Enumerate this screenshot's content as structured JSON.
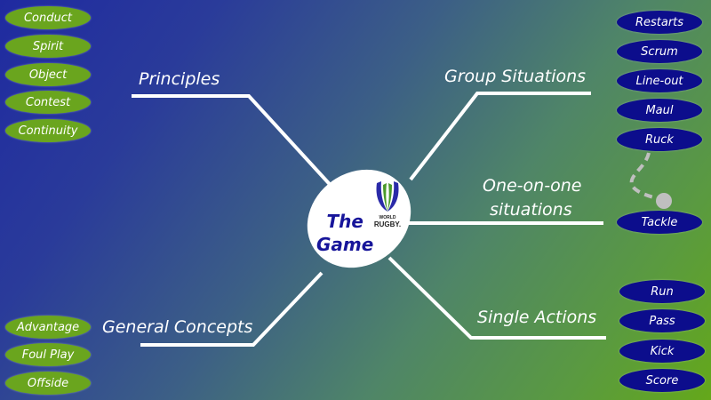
{
  "center": {
    "line1": "The",
    "line2": "Game",
    "logo_word1": "WORLD",
    "logo_word2": "RUGBY."
  },
  "branches": {
    "principles": "Principles",
    "group": "Group Situations",
    "oneonone_line1": "One-on-one",
    "oneonone_line2": "situations",
    "general": "General Concepts",
    "single": "Single Actions"
  },
  "principles_items": [
    "Conduct",
    "Spirit",
    "Object",
    "Contest",
    "Continuity"
  ],
  "group_items": [
    "Restarts",
    "Scrum",
    "Line-out",
    "Maul",
    "Ruck"
  ],
  "oneonone_items": [
    "Tackle"
  ],
  "general_items": [
    "Advantage",
    "Foul Play",
    "Offside"
  ],
  "single_items": [
    "Run",
    "Pass",
    "Kick",
    "Score"
  ],
  "colors": {
    "green_pill": "#6aa51e",
    "navy_pill": "#0c0d8c",
    "center_text": "#17159a"
  }
}
